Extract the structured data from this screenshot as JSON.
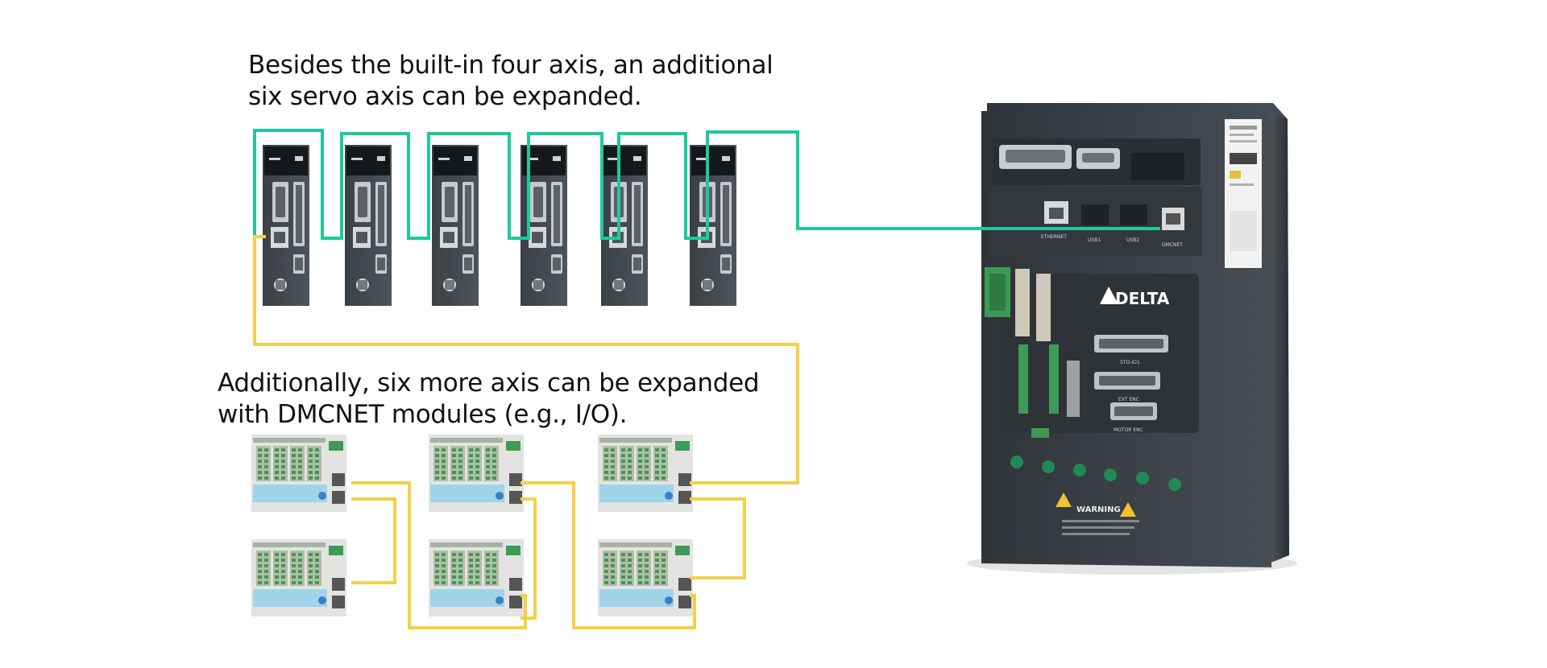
{
  "captions": {
    "servo_axis": [
      "Besides the built-in four axis, an additional",
      "six servo axis can be expanded."
    ],
    "dmcnet_axis": [
      "Additionally, six more axis can be expanded",
      "with DMCNET modules (e.g., I/O)."
    ]
  },
  "controller": {
    "brand": "DELTA",
    "port_labels": [
      "ETHERNET",
      "USB1",
      "USB2",
      "DMCNET"
    ],
    "connector_labels": [
      "STO-IO1",
      "EXT ENC",
      "MOTOR ENC"
    ],
    "warning": "WARNING"
  },
  "colors": {
    "dmcnet_servo_cable": "#1ec99a",
    "dmcnet_io_cable": "#f5cf48",
    "device_body": "#3c4248",
    "io_module_terminal": "#9fd4ea"
  },
  "servo_drive_count": 6,
  "io_module_count": 6
}
